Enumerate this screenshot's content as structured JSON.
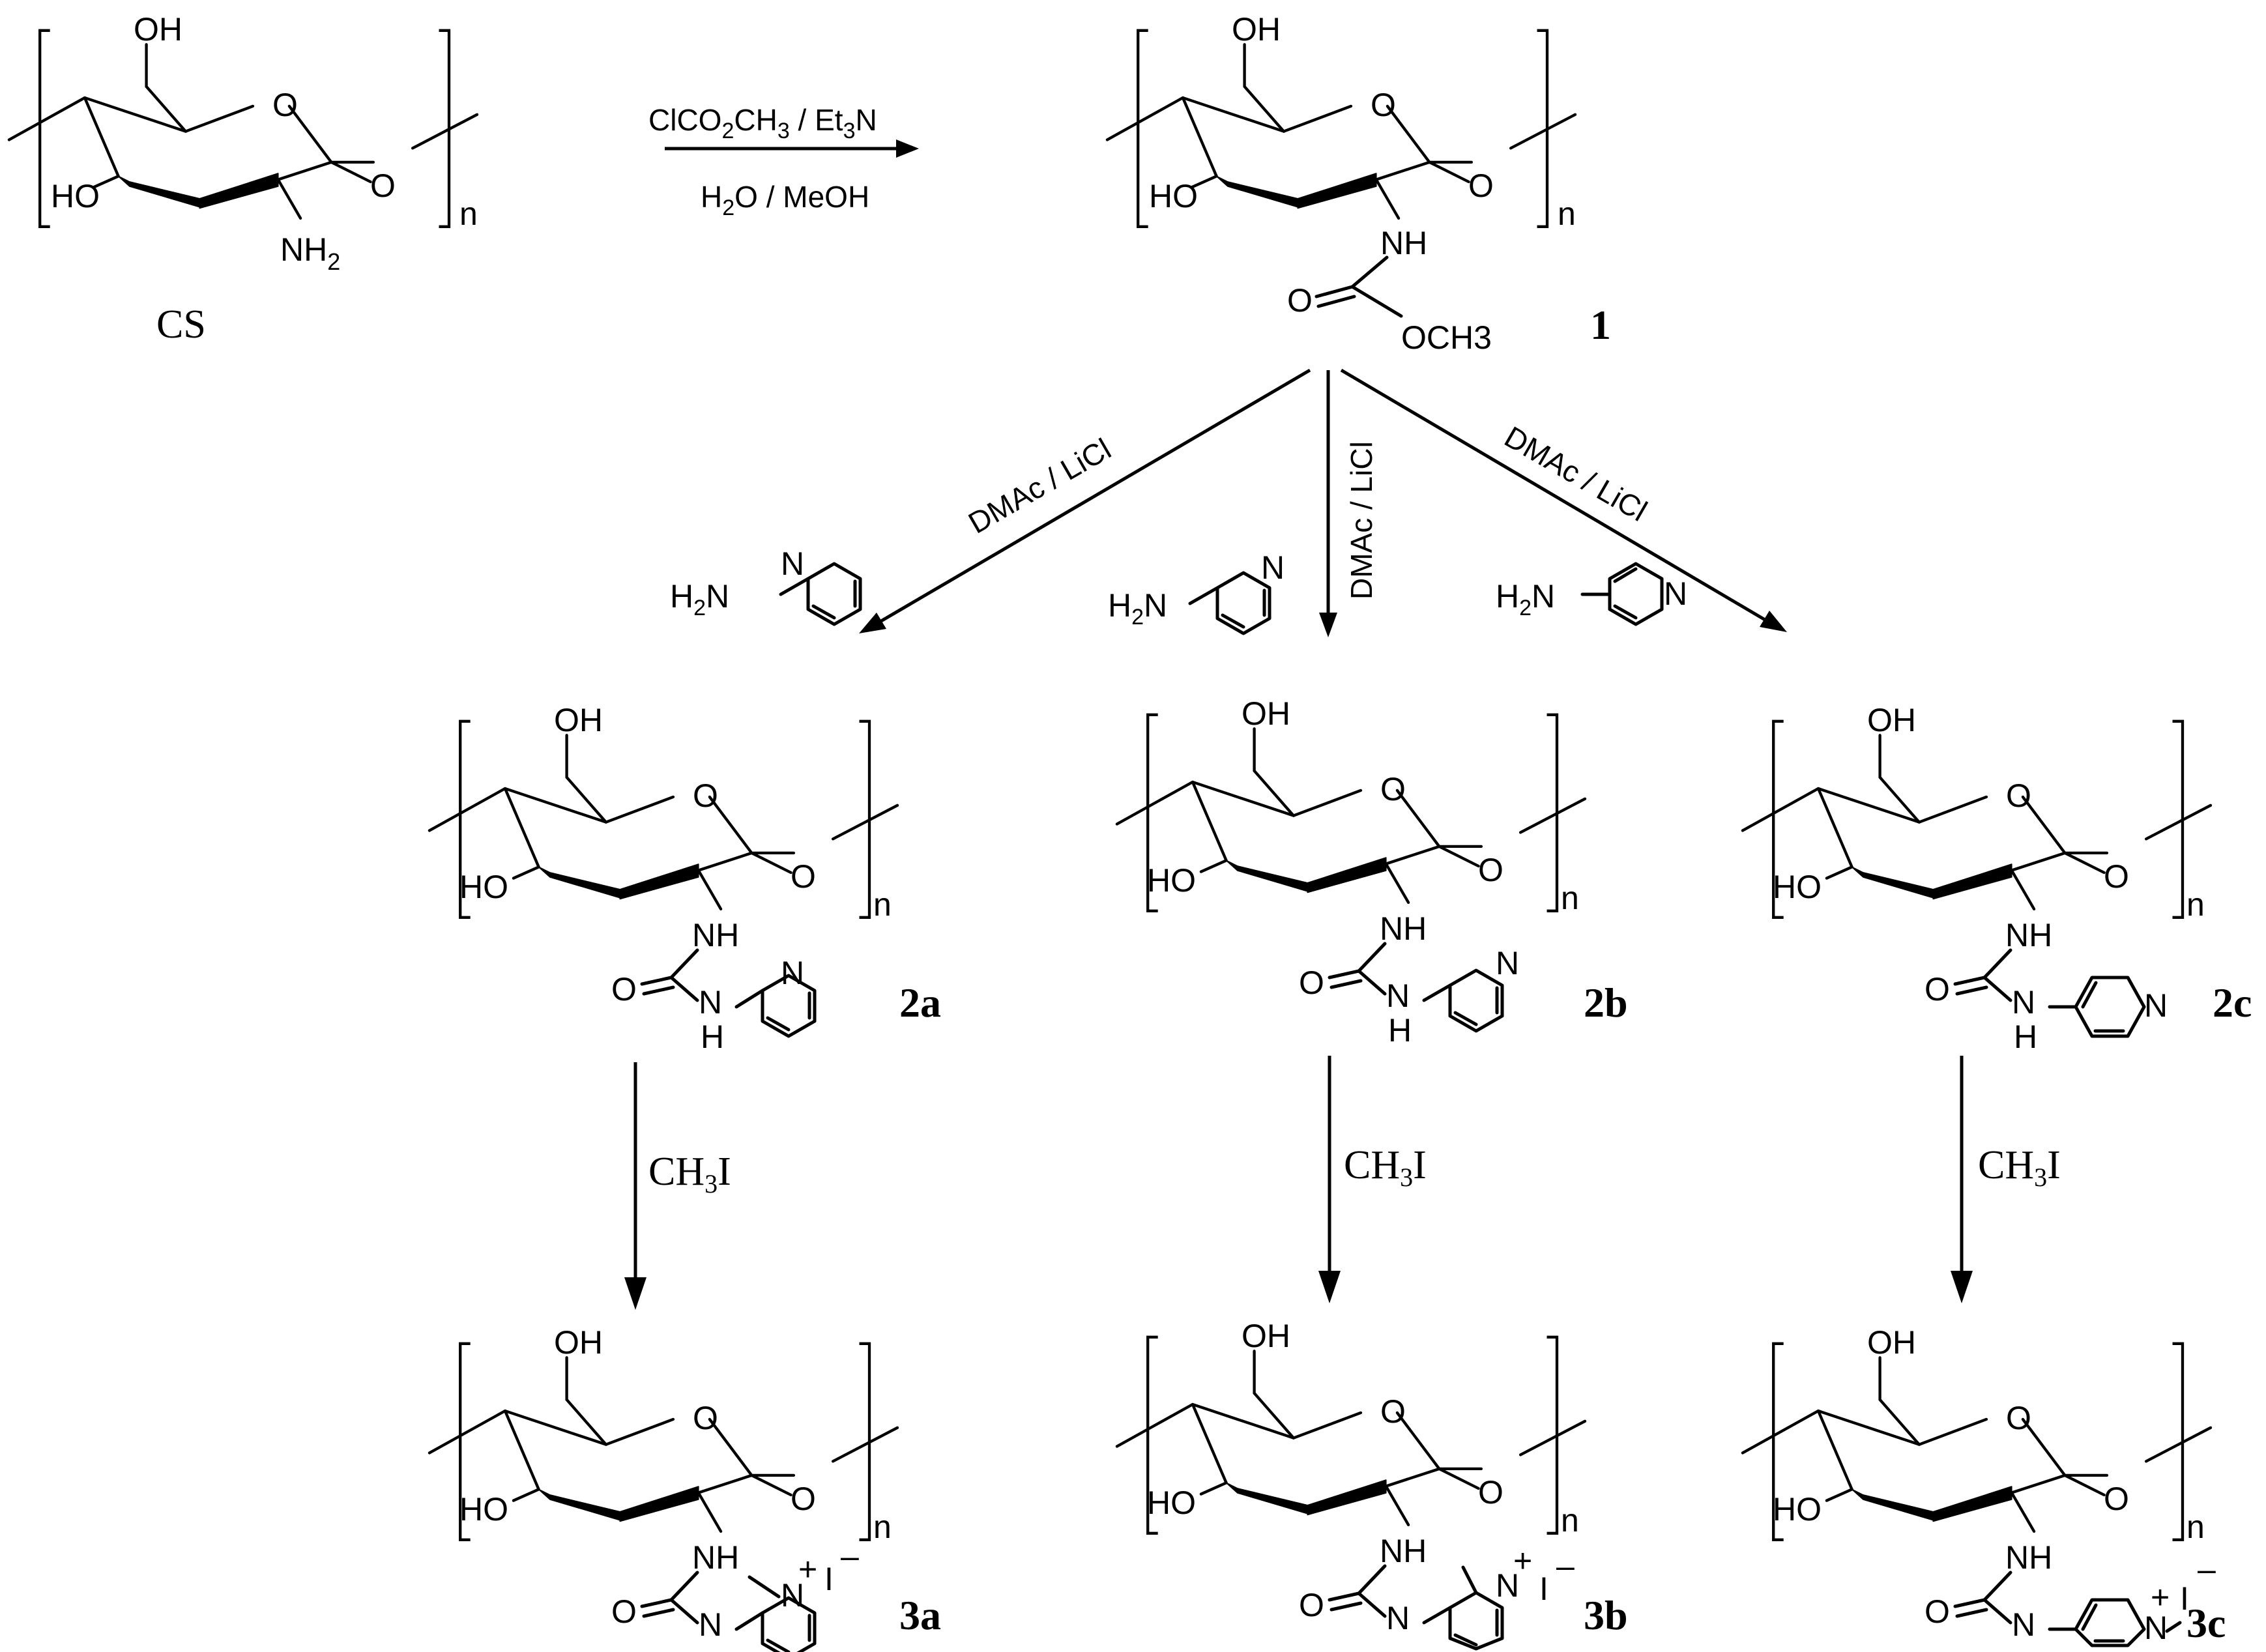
{
  "labels": {
    "oh": "OH",
    "ho": "HO",
    "o": "O",
    "n": "n",
    "nh": "NH",
    "nh2": "NH",
    "nh2_sub": "2",
    "h": "H",
    "n_atom": "N",
    "plus": "+",
    "minus": "–",
    "iodide": "I",
    "och3": "OCH3",
    "h2n": "H",
    "h2n_sub": "2",
    "h2n_n": "N"
  },
  "compounds": {
    "cs": "CS",
    "c1": "1",
    "c2a": "2a",
    "c2b": "2b",
    "c2c": "2c",
    "c3a": "3a",
    "c3b": "3b",
    "c3c": "3c"
  },
  "conditions": {
    "step1_top_a": "ClCO",
    "step1_top_b": "2",
    "step1_top_c": "CH",
    "step1_top_d": "3",
    "step1_top_e": " / Et",
    "step1_top_f": "3",
    "step1_top_g": "N",
    "step1_bottom_a": "H",
    "step1_bottom_b": "2",
    "step1_bottom_c": "O  / MeOH",
    "branch_solvent": "DMAc / LiCl",
    "methylation_a": "CH",
    "methylation_b": "3",
    "methylation_c": "I"
  }
}
